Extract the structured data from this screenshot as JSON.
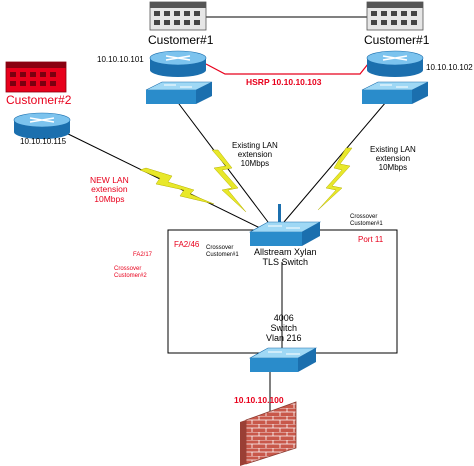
{
  "nodes": {
    "customer1_left": {
      "label": "Customer#1",
      "router_ip": "10.10.10.101"
    },
    "customer1_right": {
      "label": "Customer#1",
      "router_ip": "10.10.10.102"
    },
    "customer2": {
      "label": "Customer#2",
      "router_ip": "10.10.10.115"
    },
    "core_switch": {
      "label_line1": "Allstream Xylan",
      "label_line2": "TLS Switch"
    },
    "switch_4006": {
      "label_line1": "4006",
      "label_line2": "Switch",
      "label_line3": "Vlan 216"
    },
    "firewall_ip": "10.10.10.100"
  },
  "links": {
    "hsrp": "HSRP 10.10.10.103",
    "existing_left": {
      "line1": "Existing LAN",
      "line2": "extension",
      "line3": "10Mbps"
    },
    "existing_right": {
      "line1": "Existing LAN",
      "line2": "extension",
      "line3": "10Mbps"
    },
    "new_lan": {
      "line1": "NEW LAN",
      "line2": "extension",
      "line3": "10Mbps"
    }
  },
  "ports": {
    "fa2_46": "FA2/46",
    "crossover_c1_left": {
      "line1": "Crossover",
      "line2": "Customer#1"
    },
    "crossover_c1_right": {
      "line1": "Crossover",
      "line2": "Customer#1"
    },
    "port_11": "Port 11",
    "fa2_17": "FA2/17",
    "crossover_c2": {
      "line1": "Crossover",
      "line2": "Customer#2"
    }
  },
  "colors": {
    "router_fill": "#2f8fd0",
    "switch_fill": "#36a3d9",
    "customer2_building": "#e8001c",
    "label_red": "#e8001c",
    "lightning": "#e8e82a",
    "firewall_brick": "#c8584a"
  }
}
